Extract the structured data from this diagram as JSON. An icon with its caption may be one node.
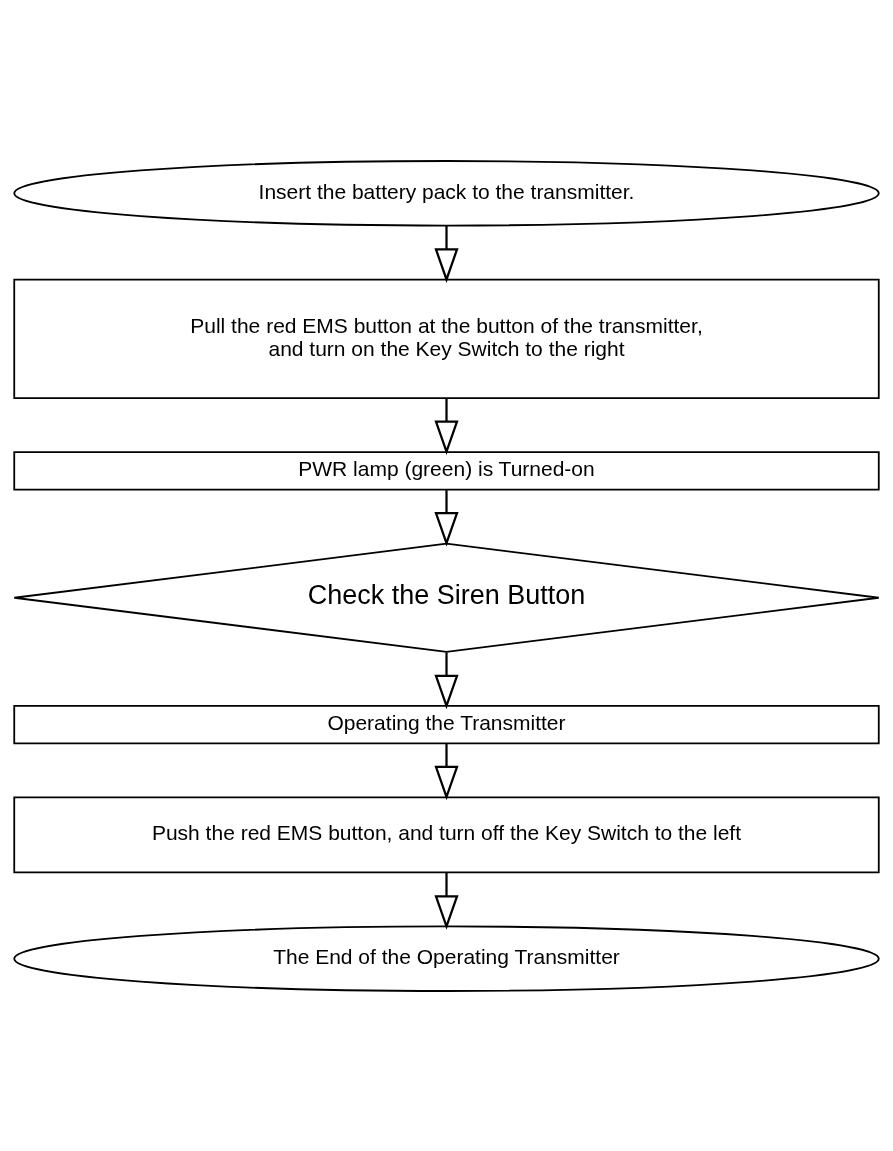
{
  "diagram": {
    "nodes": [
      {
        "text": [
          "Insert the battery pack to the transmitter."
        ]
      },
      {
        "text": [
          "Pull the red EMS button at the button of the transmitter, and turn on the Key Switch to the right"
        ]
      },
      {
        "text": [
          "PWR lamp (green) is Turned-on"
        ]
      },
      {
        "text": [
          "Check the Siren Button"
        ]
      },
      {
        "text": [
          "Operating the Transmitter"
        ]
      },
      {
        "text": [
          "Push the red EMS button, and turn off the Key Switch to the left"
        ]
      },
      {
        "text": [
          "The End of the Operating Transmitter"
        ]
      }
    ],
    "edges": [
      {
        "from": 0,
        "to": 1,
        "arrow": "to"
      },
      {
        "from": 1,
        "to": 2,
        "arrow": "to"
      },
      {
        "from": 2,
        "to": 3,
        "arrow": "to"
      },
      {
        "from": 3,
        "to": 4,
        "arrow": "to"
      },
      {
        "from": 4,
        "to": 5,
        "arrow": "to"
      },
      {
        "from": 5,
        "to": 6,
        "arrow": "to"
      }
    ]
  }
}
